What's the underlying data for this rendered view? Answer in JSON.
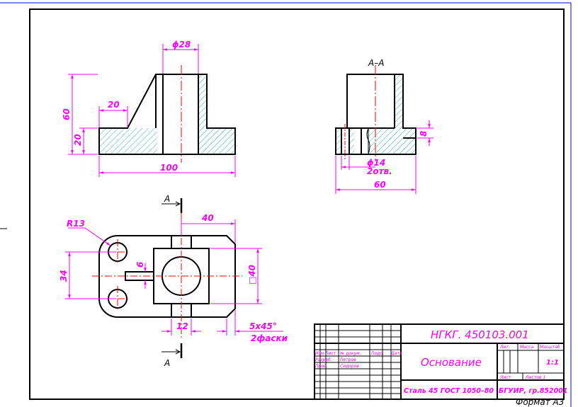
{
  "front_view": {
    "dim_phi28": "ϕ28",
    "dim_60": "60",
    "dim_20_top": "20",
    "dim_20_left": "20",
    "dim_100": "100"
  },
  "section_view": {
    "title": "A–A",
    "dim_phi14": "ϕ14",
    "dim_2otv": "2отв.",
    "dim_60": "60",
    "dim_8": "8"
  },
  "plan_view": {
    "cut_letter_top": "A",
    "cut_letter_bottom": "A",
    "dim_r13": "R13",
    "dim_40_top": "40",
    "dim_34": "34",
    "dim_6": "6",
    "dim_sq40": "□40",
    "dim_12": "12",
    "chamfer_line1": "5x45°",
    "chamfer_line2": "2фаски"
  },
  "title_block": {
    "designation": "НГКГ. 450103.001",
    "part_name": "Основание",
    "material": "Сталь 45 ГОСТ 1050–80",
    "organization": "БГУИР, гр.852001",
    "col_izm": "Изм",
    "col_list": "Лист",
    "col_ndokum": "№ докум.",
    "col_podp": "Подп.",
    "col_data": "Дата",
    "row_razrab": "Разраб.",
    "row_prov": "Пров.",
    "razrab_name": "Петров",
    "prov_name": "Сидоров",
    "lit_label": "Лит.",
    "mass_label": "Масса",
    "scale_label": "Масштаб",
    "scale_value": "1:1",
    "sheet_label": "Лист",
    "sheets_label": "Листов 1",
    "format_label": "Формат А3"
  },
  "colors": {
    "outline": "#000000",
    "dimension": "#ff00ff",
    "centerline": "#ff0000",
    "hatch": "#00a0a0",
    "frame_accent": "#0000ff"
  }
}
